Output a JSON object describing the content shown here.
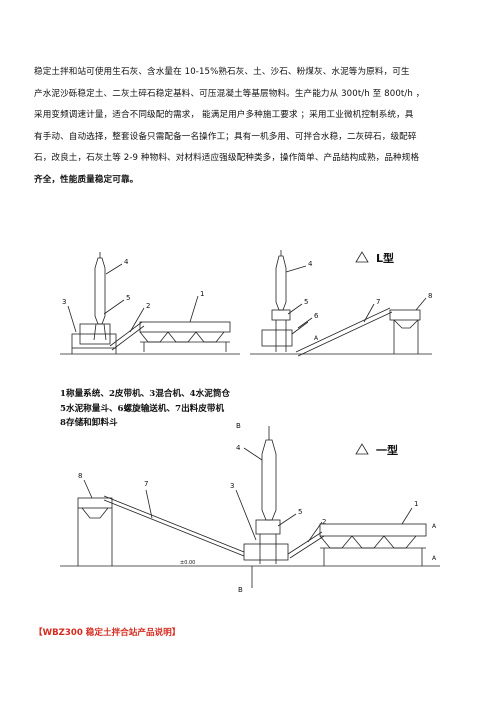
{
  "intro": {
    "lines": [
      "稳定土拌和站可使用生石灰、含水量在  10-15%熟石灰、土、沙石、粉煤灰、水泥等为原料，可生",
      "产水泥沙砾稳定土、二灰土碎石稳定基料、可压混凝土等基层物料。生产能力从  300t/h  至  800t/h  ，",
      "采用变频调速计量，适合不同级配的需求，  能满足用户多种施工要求  ；采用工业微机控制系统，具",
      "有手动、自动选择，整套设备只需配备一名操作工；具有一机多用、可拌合水稳，二灰碎石，级配碎",
      "石，改良土，石灰土等 2-9 种物料、对材料适应强级配种类多，操作简单、产品结构成熟，品种规格",
      "齐全，性能质量稳定可靠。"
    ]
  },
  "diagram_top_left": {
    "callouts": [
      "4",
      "5",
      "3",
      "2",
      "1"
    ]
  },
  "diagram_top_right": {
    "type_label": "L型",
    "callouts": [
      "4",
      "5",
      "6",
      "7",
      "8",
      "A"
    ]
  },
  "legend": {
    "lines": [
      "1称量系统、2皮带机、3混合机、4水泥筒仓",
      "5水泥称量斗、6螺旋输送机、7出料皮带机",
      "8存储和卸料斗"
    ]
  },
  "diagram_bottom": {
    "type_label": "一型",
    "callouts": [
      "B",
      "4",
      "8",
      "7",
      "3",
      "5",
      "2",
      "1",
      "A",
      "A",
      "B"
    ],
    "level_label": "±0.00"
  },
  "footer": {
    "caption": "【WBZ300 稳定土拌合站产品说明】"
  }
}
